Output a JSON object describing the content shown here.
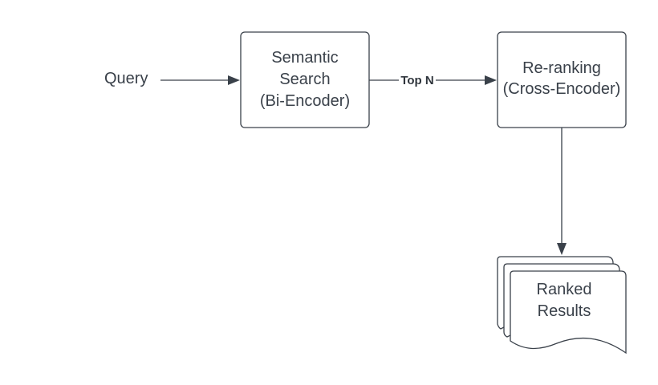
{
  "diagram": {
    "query_label": "Query",
    "semantic_search": [
      "Semantic",
      "Search",
      "(Bi-Encoder)"
    ],
    "edge_label": "Top N",
    "reranking": [
      "Re-ranking",
      "(Cross-Encoder)"
    ],
    "ranked_results": [
      "Ranked",
      "Results"
    ]
  }
}
